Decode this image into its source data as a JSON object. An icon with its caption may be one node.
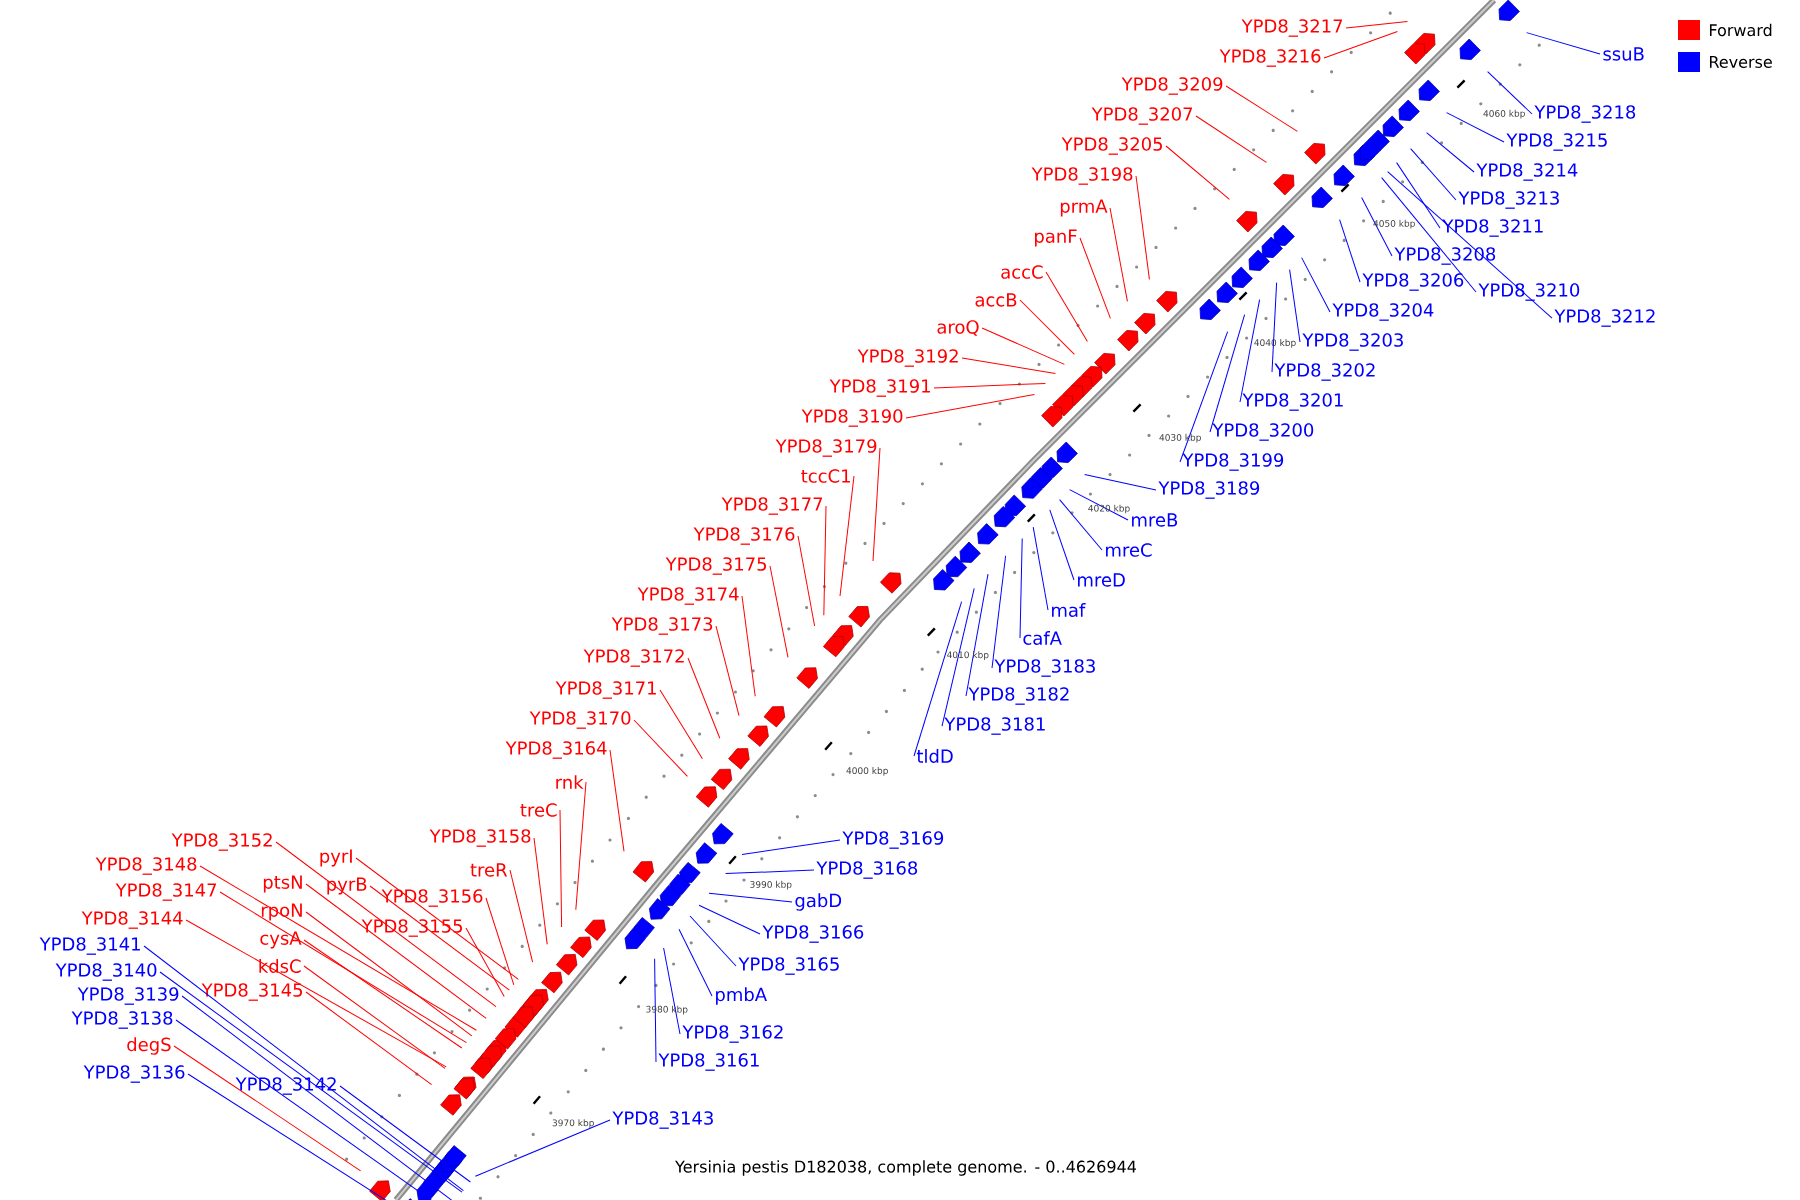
{
  "diagram": {
    "caption": "Yersinia pestis D182038, complete genome. - 0..4626944",
    "nodes": [
      {
        "text": [
          "YPD8_3217"
        ]
      },
      {
        "text": [
          "YPD8_3216"
        ]
      },
      {
        "text": [
          "YPD8_3209"
        ]
      },
      {
        "text": [
          "YPD8_3207"
        ]
      },
      {
        "text": [
          "YPD8_3205"
        ]
      },
      {
        "text": [
          "YPD8_3198"
        ]
      },
      {
        "text": [
          "prmA"
        ]
      },
      {
        "text": [
          "panF"
        ]
      },
      {
        "text": [
          "accC"
        ]
      },
      {
        "text": [
          "accB"
        ]
      },
      {
        "text": [
          "aroQ"
        ]
      },
      {
        "text": [
          "YPD8_3192"
        ]
      },
      {
        "text": [
          "YPD8_3191"
        ]
      },
      {
        "text": [
          "YPD8_3190"
        ]
      },
      {
        "text": [
          "YPD8_3179"
        ]
      },
      {
        "text": [
          "tccC1"
        ]
      },
      {
        "text": [
          "YPD8_3177"
        ]
      },
      {
        "text": [
          "YPD8_3176"
        ]
      },
      {
        "text": [
          "YPD8_3175"
        ]
      },
      {
        "text": [
          "YPD8_3174"
        ]
      },
      {
        "text": [
          "YPD8_3173"
        ]
      },
      {
        "text": [
          "YPD8_3172"
        ]
      },
      {
        "text": [
          "YPD8_3171"
        ]
      },
      {
        "text": [
          "YPD8_3170"
        ]
      },
      {
        "text": [
          "YPD8_3164"
        ]
      },
      {
        "text": [
          "rnk"
        ]
      },
      {
        "text": [
          "treC"
        ]
      },
      {
        "text": [
          "YPD8_3158"
        ]
      },
      {
        "text": [
          "treR"
        ]
      },
      {
        "text": [
          "YPD8_3152"
        ]
      },
      {
        "text": [
          "pyrI"
        ]
      },
      {
        "text": [
          "pyrB"
        ]
      },
      {
        "text": [
          "YPD8_3156"
        ]
      },
      {
        "text": [
          "YPD8_3148"
        ]
      },
      {
        "text": [
          "ptsN"
        ]
      },
      {
        "text": [
          "YPD8_3147"
        ]
      },
      {
        "text": [
          "rpoN"
        ]
      },
      {
        "text": [
          "YPD8_3155"
        ]
      },
      {
        "text": [
          "cysA"
        ]
      },
      {
        "text": [
          "YPD8_3144"
        ]
      },
      {
        "text": [
          "kdsC"
        ]
      },
      {
        "text": [
          "YPD8_3145"
        ]
      },
      {
        "text": [
          "degS"
        ]
      },
      {
        "text": [
          "ssuB"
        ]
      },
      {
        "text": [
          "YPD8_3218"
        ]
      },
      {
        "text": [
          "YPD8_3215"
        ]
      },
      {
        "text": [
          "YPD8_3214"
        ]
      },
      {
        "text": [
          "YPD8_3213"
        ]
      },
      {
        "text": [
          "YPD8_3211"
        ]
      },
      {
        "text": [
          "YPD8_3208"
        ]
      },
      {
        "text": [
          "YPD8_3206"
        ]
      },
      {
        "text": [
          "YPD8_3210"
        ]
      },
      {
        "text": [
          "YPD8_3204"
        ]
      },
      {
        "text": [
          "YPD8_3212"
        ]
      },
      {
        "text": [
          "YPD8_3203"
        ]
      },
      {
        "text": [
          "YPD8_3202"
        ]
      },
      {
        "text": [
          "YPD8_3201"
        ]
      },
      {
        "text": [
          "YPD8_3200"
        ]
      },
      {
        "text": [
          "YPD8_3199"
        ]
      },
      {
        "text": [
          "YPD8_3189"
        ]
      },
      {
        "text": [
          "mreB"
        ]
      },
      {
        "text": [
          "mreC"
        ]
      },
      {
        "text": [
          "mreD"
        ]
      },
      {
        "text": [
          "maf"
        ]
      },
      {
        "text": [
          "cafA"
        ]
      },
      {
        "text": [
          "YPD8_3183"
        ]
      },
      {
        "text": [
          "YPD8_3182"
        ]
      },
      {
        "text": [
          "YPD8_3181"
        ]
      },
      {
        "text": [
          "tldD"
        ]
      },
      {
        "text": [
          "YPD8_3169"
        ]
      },
      {
        "text": [
          "YPD8_3168"
        ]
      },
      {
        "text": [
          "gabD"
        ]
      },
      {
        "text": [
          "YPD8_3166"
        ]
      },
      {
        "text": [
          "YPD8_3165"
        ]
      },
      {
        "text": [
          "pmbA"
        ]
      },
      {
        "text": [
          "YPD8_3162"
        ]
      },
      {
        "text": [
          "YPD8_3161"
        ]
      },
      {
        "text": [
          "YPD8_3141"
        ]
      },
      {
        "text": [
          "YPD8_3140"
        ]
      },
      {
        "text": [
          "YPD8_3139"
        ]
      },
      {
        "text": [
          "YPD8_3138"
        ]
      },
      {
        "text": [
          "YPD8_3136"
        ]
      },
      {
        "text": [
          "YPD8_3142"
        ]
      },
      {
        "text": [
          "YPD8_3143"
        ]
      }
    ],
    "edges": [
      {
        "from": 0,
        "to": null,
        "arrow": "none",
        "color": "#ff0000"
      },
      {
        "from": 1,
        "to": null,
        "arrow": "none",
        "color": "#ff0000"
      },
      {
        "from": 2,
        "to": null,
        "arrow": "none",
        "color": "#ff0000"
      },
      {
        "from": 3,
        "to": null,
        "arrow": "none",
        "color": "#ff0000"
      },
      {
        "from": 4,
        "to": null,
        "arrow": "none",
        "color": "#ff0000"
      },
      {
        "from": 5,
        "to": null,
        "arrow": "none",
        "color": "#ff0000"
      },
      {
        "from": 6,
        "to": null,
        "arrow": "none",
        "color": "#ff0000"
      },
      {
        "from": 7,
        "to": null,
        "arrow": "none",
        "color": "#ff0000"
      },
      {
        "from": 8,
        "to": null,
        "arrow": "none",
        "color": "#ff0000"
      },
      {
        "from": 9,
        "to": null,
        "arrow": "none",
        "color": "#ff0000"
      },
      {
        "from": 10,
        "to": null,
        "arrow": "none",
        "color": "#ff0000"
      },
      {
        "from": 11,
        "to": null,
        "arrow": "none",
        "color": "#ff0000"
      },
      {
        "from": 12,
        "to": null,
        "arrow": "none",
        "color": "#ff0000"
      },
      {
        "from": 13,
        "to": null,
        "arrow": "none",
        "color": "#ff0000"
      },
      {
        "from": 14,
        "to": null,
        "arrow": "none",
        "color": "#ff0000"
      },
      {
        "from": 15,
        "to": null,
        "arrow": "none",
        "color": "#ff0000"
      },
      {
        "from": 16,
        "to": null,
        "arrow": "none",
        "color": "#ff0000"
      },
      {
        "from": 17,
        "to": null,
        "arrow": "none",
        "color": "#ff0000"
      },
      {
        "from": 18,
        "to": null,
        "arrow": "none",
        "color": "#ff0000"
      },
      {
        "from": 19,
        "to": null,
        "arrow": "none",
        "color": "#ff0000"
      },
      {
        "from": 20,
        "to": null,
        "arrow": "none",
        "color": "#ff0000"
      },
      {
        "from": 21,
        "to": null,
        "arrow": "none",
        "color": "#ff0000"
      },
      {
        "from": 22,
        "to": null,
        "arrow": "none",
        "color": "#ff0000"
      },
      {
        "from": 23,
        "to": null,
        "arrow": "none",
        "color": "#ff0000"
      },
      {
        "from": 24,
        "to": null,
        "arrow": "none",
        "color": "#ff0000"
      },
      {
        "from": 25,
        "to": null,
        "arrow": "none",
        "color": "#ff0000"
      },
      {
        "from": 26,
        "to": null,
        "arrow": "none",
        "color": "#ff0000"
      },
      {
        "from": 27,
        "to": null,
        "arrow": "none",
        "color": "#ff0000"
      },
      {
        "from": 28,
        "to": null,
        "arrow": "none",
        "color": "#ff0000"
      },
      {
        "from": 29,
        "to": null,
        "arrow": "none",
        "color": "#ff0000"
      },
      {
        "from": 30,
        "to": null,
        "arrow": "none",
        "color": "#ff0000"
      },
      {
        "from": 31,
        "to": null,
        "arrow": "none",
        "color": "#ff0000"
      },
      {
        "from": 32,
        "to": null,
        "arrow": "none",
        "color": "#ff0000"
      },
      {
        "from": 33,
        "to": null,
        "arrow": "none",
        "color": "#ff0000"
      },
      {
        "from": 34,
        "to": null,
        "arrow": "none",
        "color": "#ff0000"
      },
      {
        "from": 35,
        "to": null,
        "arrow": "none",
        "color": "#ff0000"
      },
      {
        "from": 36,
        "to": null,
        "arrow": "none",
        "color": "#ff0000"
      },
      {
        "from": 37,
        "to": null,
        "arrow": "none",
        "color": "#ff0000"
      },
      {
        "from": 38,
        "to": null,
        "arrow": "none",
        "color": "#ff0000"
      },
      {
        "from": 39,
        "to": null,
        "arrow": "none",
        "color": "#ff0000"
      },
      {
        "from": 40,
        "to": null,
        "arrow": "none",
        "color": "#ff0000"
      },
      {
        "from": 41,
        "to": null,
        "arrow": "none",
        "color": "#ff0000"
      },
      {
        "from": 42,
        "to": null,
        "arrow": "none",
        "color": "#ff0000"
      },
      {
        "from": 43,
        "to": null,
        "arrow": "none",
        "color": "#0000ff"
      },
      {
        "from": 44,
        "to": null,
        "arrow": "none",
        "color": "#0000ff"
      },
      {
        "from": 45,
        "to": null,
        "arrow": "none",
        "color": "#0000ff"
      },
      {
        "from": 46,
        "to": null,
        "arrow": "none",
        "color": "#0000ff"
      },
      {
        "from": 47,
        "to": null,
        "arrow": "none",
        "color": "#0000ff"
      },
      {
        "from": 48,
        "to": null,
        "arrow": "none",
        "color": "#0000ff"
      },
      {
        "from": 49,
        "to": null,
        "arrow": "none",
        "color": "#0000ff"
      },
      {
        "from": 50,
        "to": null,
        "arrow": "none",
        "color": "#0000ff"
      },
      {
        "from": 51,
        "to": null,
        "arrow": "none",
        "color": "#0000ff"
      },
      {
        "from": 52,
        "to": null,
        "arrow": "none",
        "color": "#0000ff"
      },
      {
        "from": 53,
        "to": null,
        "arrow": "none",
        "color": "#0000ff"
      },
      {
        "from": 54,
        "to": null,
        "arrow": "none",
        "color": "#0000ff"
      },
      {
        "from": 55,
        "to": null,
        "arrow": "none",
        "color": "#0000ff"
      },
      {
        "from": 56,
        "to": null,
        "arrow": "none",
        "color": "#0000ff"
      },
      {
        "from": 57,
        "to": null,
        "arrow": "none",
        "color": "#0000ff"
      },
      {
        "from": 58,
        "to": null,
        "arrow": "none",
        "color": "#0000ff"
      },
      {
        "from": 59,
        "to": null,
        "arrow": "none",
        "color": "#0000ff"
      },
      {
        "from": 60,
        "to": null,
        "arrow": "none",
        "color": "#0000ff"
      },
      {
        "from": 61,
        "to": null,
        "arrow": "none",
        "color": "#0000ff"
      },
      {
        "from": 62,
        "to": null,
        "arrow": "none",
        "color": "#0000ff"
      },
      {
        "from": 63,
        "to": null,
        "arrow": "none",
        "color": "#0000ff"
      },
      {
        "from": 64,
        "to": null,
        "arrow": "none",
        "color": "#0000ff"
      },
      {
        "from": 65,
        "to": null,
        "arrow": "none",
        "color": "#0000ff"
      },
      {
        "from": 66,
        "to": null,
        "arrow": "none",
        "color": "#0000ff"
      },
      {
        "from": 67,
        "to": null,
        "arrow": "none",
        "color": "#0000ff"
      },
      {
        "from": 68,
        "to": null,
        "arrow": "none",
        "color": "#0000ff"
      },
      {
        "from": 69,
        "to": null,
        "arrow": "none",
        "color": "#0000ff"
      },
      {
        "from": 70,
        "to": null,
        "arrow": "none",
        "color": "#0000ff"
      },
      {
        "from": 71,
        "to": null,
        "arrow": "none",
        "color": "#0000ff"
      },
      {
        "from": 72,
        "to": null,
        "arrow": "none",
        "color": "#0000ff"
      },
      {
        "from": 73,
        "to": null,
        "arrow": "none",
        "color": "#0000ff"
      },
      {
        "from": 74,
        "to": null,
        "arrow": "none",
        "color": "#0000ff"
      },
      {
        "from": 75,
        "to": null,
        "arrow": "none",
        "color": "#0000ff"
      },
      {
        "from": 76,
        "to": null,
        "arrow": "none",
        "color": "#0000ff"
      },
      {
        "from": 77,
        "to": null,
        "arrow": "none",
        "color": "#0000ff"
      },
      {
        "from": 78,
        "to": null,
        "arrow": "none",
        "color": "#0000ff"
      },
      {
        "from": 79,
        "to": null,
        "arrow": "none",
        "color": "#0000ff"
      },
      {
        "from": 80,
        "to": null,
        "arrow": "none",
        "color": "#0000ff"
      },
      {
        "from": 81,
        "to": null,
        "arrow": "none",
        "color": "#0000ff"
      },
      {
        "from": 82,
        "to": null,
        "arrow": "none",
        "color": "#0000ff"
      },
      {
        "from": 83,
        "to": null,
        "arrow": "none",
        "color": "#0000ff"
      }
    ],
    "labels": [
      "4060 kbp",
      "4050 kbp",
      "4040 kbp",
      "4030 kbp",
      "4020 kbp",
      "4010 kbp",
      "4000 kbp",
      "3990 kbp",
      "3980 kbp",
      "3970 kbp"
    ],
    "legend": [
      {
        "text": "Forward",
        "color": "#ff0000"
      },
      {
        "text": "Reverse",
        "color": "#0000ff"
      }
    ]
  }
}
